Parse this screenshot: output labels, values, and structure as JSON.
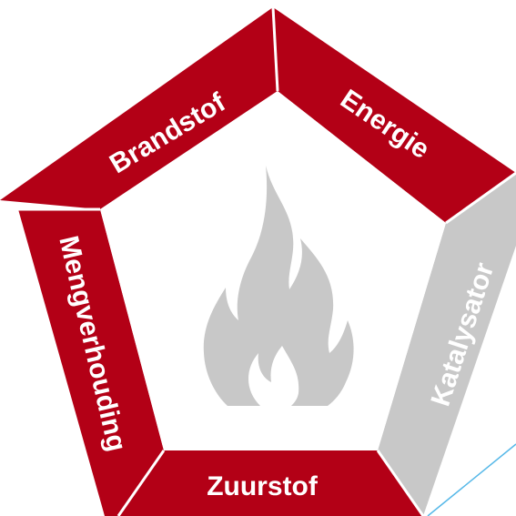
{
  "diagram": {
    "segments": [
      {
        "id": "brandstof",
        "label": "Brandstof",
        "color": "#b30016",
        "text_color": "#ffffff"
      },
      {
        "id": "energie",
        "label": "Energie",
        "color": "#b30016",
        "text_color": "#ffffff"
      },
      {
        "id": "katalysator",
        "label": "Katalysator",
        "color": "#c8c8c8",
        "text_color": "#ffffff"
      },
      {
        "id": "zuurstof",
        "label": "Zuurstof",
        "color": "#b30016",
        "text_color": "#ffffff"
      },
      {
        "id": "mengverhouding",
        "label": "Mengverhouding",
        "color": "#b30016",
        "text_color": "#ffffff"
      }
    ],
    "center_icon": "flame-icon",
    "flame_color": "#c8c8c8",
    "accent_line_color": "#56b8e8"
  }
}
